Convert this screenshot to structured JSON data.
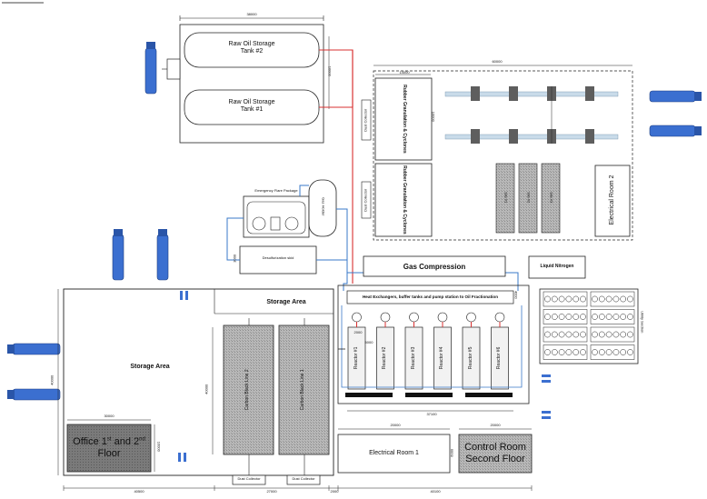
{
  "tanks": {
    "tank2": {
      "line1": "Raw Oil Storage",
      "line2": "Tank #2"
    },
    "tank1": {
      "line1": "Raw Oil Storage",
      "line2": "Tank #1"
    }
  },
  "dims": {
    "top": "38000",
    "tank_side": "10000",
    "proc_top": "60000",
    "proc_inner": "14000",
    "proc_side": "10000",
    "desulf_side": "3000",
    "hx_side": "4000",
    "reactor_gap": "5000",
    "reactor_pitch": "2000",
    "storage_side": "40000",
    "reactor_bottom": "37100",
    "carbon_side": "40000",
    "office_top": "30000",
    "office_side": "10000",
    "elec1_top": "20000",
    "control_top": "20000",
    "control_side": "6000",
    "bottom_left": "40500",
    "bottom_mid": "27000",
    "bottom_gap": "2000",
    "bottom_right": "40100"
  },
  "labels": {
    "dust_collector": "Dust Collector",
    "flare": "Emergency Flare Package",
    "gas_holder": "Gas Holder",
    "desulf": "Desulfurization skid",
    "gas_compression": "Gas Compression",
    "liquid_nitrogen": "Liquid Nitrogen",
    "electrical_room_2": "Electrical Room 2",
    "rubber_granulation_1": "Rubber Granulation & Cyclones",
    "rubber_granulation_2": "Rubber Granulation & Cyclones",
    "hx": "Heat Exchangers, buffer tanks and pump station to Oil Fractionation",
    "storage_area_top": "Storage Area",
    "storage_area_left": "Storage Area",
    "office_line1": "Office 1",
    "office_sup1": "st",
    "office_mid": " and 2",
    "office_sup2": "nd",
    "office_line2": "Floor",
    "carbon2": "Carbon Black Line 2",
    "carbon1": "Carbon Black Line 1",
    "electrical_room_1": "Electrical Room 1",
    "control_line1": "Control Room",
    "control_line2": "Second Floor",
    "utility": "Utility Section",
    "silo1": "Silo #1",
    "silo2": "Silo #2",
    "silo3": "Silo #3"
  },
  "reactors": [
    "Reactor #1",
    "Reactor #2",
    "Reactor #3",
    "Reactor #4",
    "Reactor #5",
    "Reactor #6"
  ],
  "colors": {
    "line": "#222222",
    "oil_pipe": "#d83030",
    "gas_pipe": "#3a78c8",
    "truck": "#3b6fd0",
    "fill_grey": "#9a9a9a",
    "fill_dark": "#6e6e6e",
    "fill_light": "#d0d0d0"
  }
}
